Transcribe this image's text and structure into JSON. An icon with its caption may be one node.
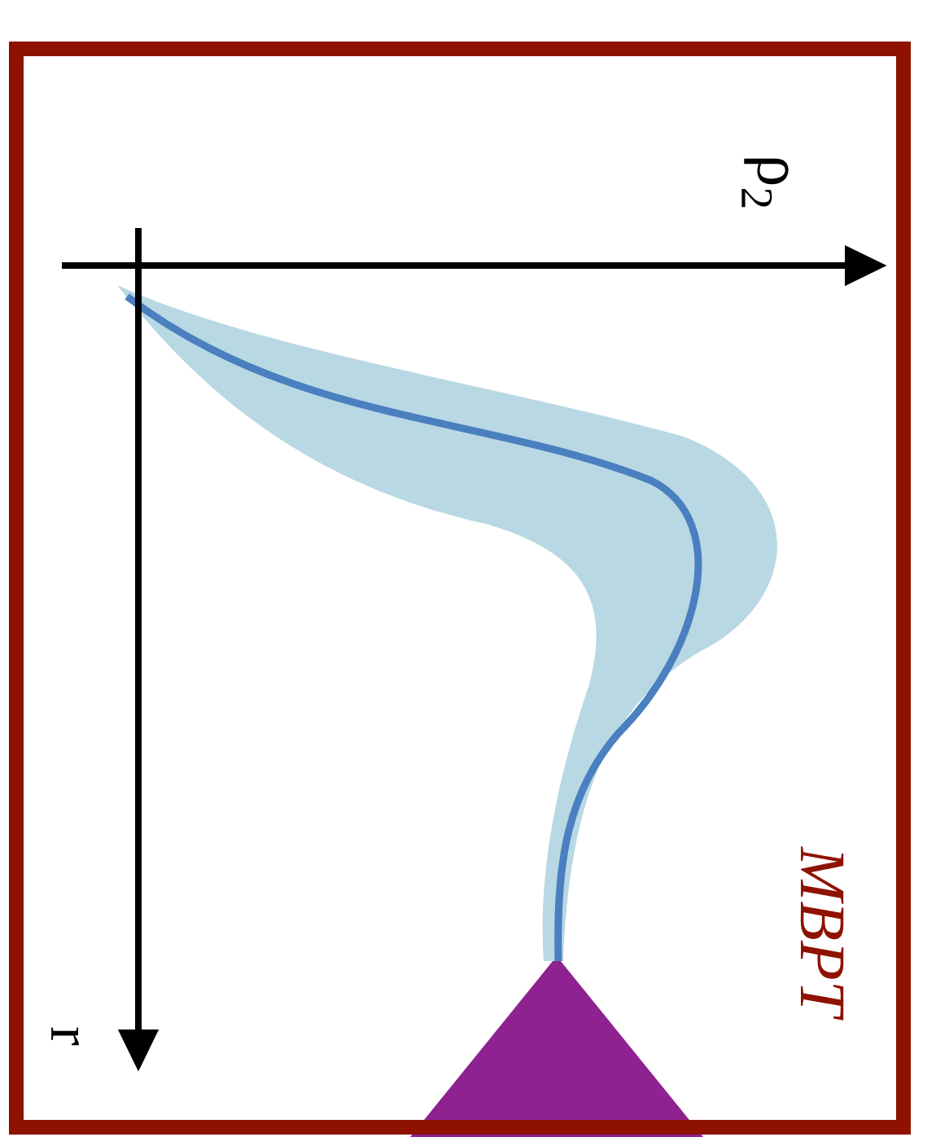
{
  "diagram": {
    "labels": [
      "ρ$_{2}$",
      "r",
      "MBPT"
    ]
  }
}
